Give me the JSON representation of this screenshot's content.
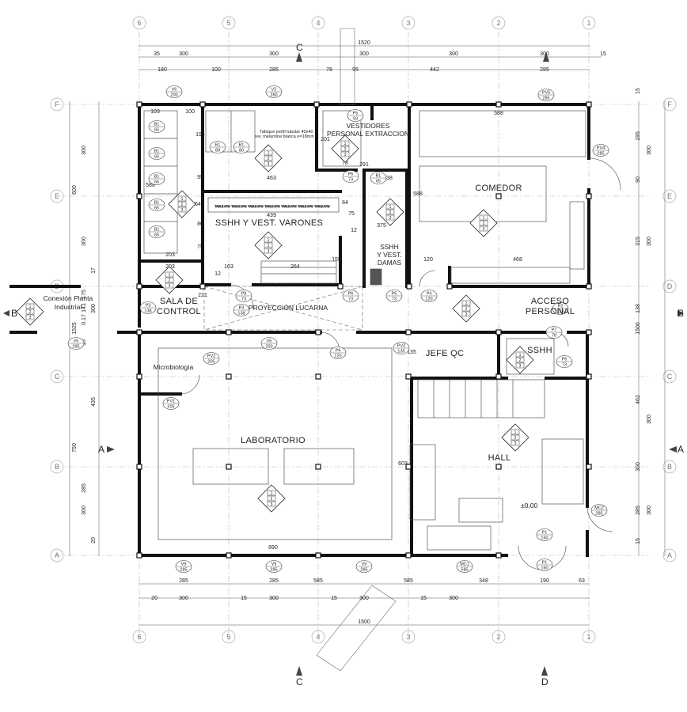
{
  "rooms": {
    "comedor": "COMEDOR",
    "vestidores_1": "VESTIDORES",
    "vestidores_2": "PERSONAL EXTRACCION",
    "sshh_varones": "SSHH Y VEST. VARONES",
    "sshh_damas_1": "SSHH",
    "sshh_damas_2": "Y VEST.",
    "sshh_damas_3": "DAMAS",
    "sala_control_1": "SALA DE",
    "sala_control_2": "CONTROL",
    "conexion_1": "Conexión Planta",
    "conexion_2": "Industrial",
    "proyeccion": "PROYECCIÓN LUCARNA",
    "acceso_1": "ACCESO",
    "acceso_2": "PERSONAL",
    "jefe_qc": "JEFE QC",
    "sshh": "SSHH",
    "microbiologia": "Microbiología",
    "laboratorio": "LABORATORIO",
    "hall": "HALL",
    "level": "±0.00",
    "tabique_note_1": "Tabique perfil tubular 40x40",
    "tabique_note_2": "rev. melamine blanca e=18mm"
  },
  "grid_axes": {
    "columns": [
      "6",
      "5",
      "4",
      "3",
      "2",
      "1"
    ],
    "rows": [
      "F",
      "E",
      "D",
      "C",
      "B",
      "A"
    ]
  },
  "section_marks": {
    "a": "A",
    "b": "B",
    "c": "C",
    "d": "D"
  },
  "dimensions": {
    "top_total": "1520",
    "top_row1": [
      "35",
      "300",
      "300",
      "300",
      "300",
      "300",
      "15"
    ],
    "top_row2": [
      "180",
      "100",
      "285",
      "78",
      "95",
      "442",
      "285"
    ],
    "bottom_row1": [
      "285",
      "285",
      "585",
      "585",
      "348",
      "190",
      "63"
    ],
    "bottom_row2": [
      "20",
      "300",
      "15",
      "300",
      "15",
      "300",
      "15",
      "300"
    ],
    "bottom_total": "1500",
    "left_outer": [
      "600",
      "1525",
      "750"
    ],
    "left_inner": [
      "300",
      "300",
      "17",
      "175",
      "141",
      "300",
      "0.17",
      "10",
      "435",
      "300",
      "285",
      "20"
    ],
    "right_outer": [
      "15",
      "195",
      "90",
      "315",
      "138",
      "1500",
      "462",
      "300",
      "285",
      "15"
    ],
    "right_inner": [
      "300",
      "300",
      "300",
      "300"
    ],
    "interior": [
      "103",
      "100",
      "194",
      "588",
      "95",
      "64",
      "463",
      "439",
      "80",
      "75",
      "64",
      "75",
      "12",
      "203",
      "203",
      "163",
      "264",
      "155",
      "12",
      "221",
      "201",
      "291",
      "138",
      "375",
      "78",
      "588",
      "588",
      "120",
      "468",
      "135",
      "603",
      "890"
    ]
  },
  "tags": [
    {
      "id": "V6",
      "val": "200"
    },
    {
      "id": "V2",
      "val": "280"
    },
    {
      "id": "P5",
      "val": "93"
    },
    {
      "id": "PV5",
      "val": "285"
    },
    {
      "id": "PV4",
      "val": "285"
    },
    {
      "id": "P6",
      "val": "73"
    },
    {
      "id": "P8",
      "val": "73"
    },
    {
      "id": "P6",
      "val": "73"
    },
    {
      "id": "P3",
      "val": "138"
    },
    {
      "id": "P3",
      "val": "138"
    },
    {
      "id": "P6",
      "val": "73"
    },
    {
      "id": "P4",
      "val": "120"
    },
    {
      "id": "P2",
      "val": "138"
    },
    {
      "id": "V5",
      "val": "285"
    },
    {
      "id": "V5",
      "val": "250"
    },
    {
      "id": "P4",
      "val": "120"
    },
    {
      "id": "PV3",
      "val": "135"
    },
    {
      "id": "P7",
      "val": "78"
    },
    {
      "id": "P6",
      "val": "73"
    },
    {
      "id": "PV2",
      "val": "205"
    },
    {
      "id": "PV1",
      "val": "205"
    },
    {
      "id": "MC2",
      "val": "285"
    },
    {
      "id": "P1",
      "val": "160"
    },
    {
      "id": "P1",
      "val": "160"
    },
    {
      "id": "V9",
      "val": "285"
    },
    {
      "id": "V9",
      "val": "285"
    },
    {
      "id": "V9",
      "val": "285"
    },
    {
      "id": "MC1",
      "val": "585"
    },
    {
      "id": "B1",
      "val": "80"
    },
    {
      "id": "B1",
      "val": "80"
    },
    {
      "id": "B1",
      "val": "65"
    },
    {
      "id": "B1",
      "val": "65"
    },
    {
      "id": "B1",
      "val": "65"
    },
    {
      "id": "B1",
      "val": "65"
    },
    {
      "id": "B1",
      "val": "65"
    },
    {
      "id": "B1",
      "val": "65"
    }
  ],
  "finish_code": [
    "1",
    "2",
    "3"
  ],
  "sink_label": "TABLE APM"
}
